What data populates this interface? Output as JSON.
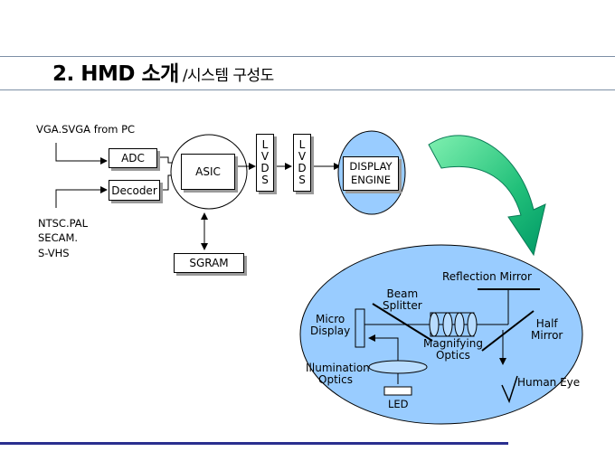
{
  "slide": {
    "title_main": "2. HMD 소개",
    "title_sub": "/시스템 구성도"
  },
  "system_diagram": {
    "input_vga": "VGA.SVGA from PC",
    "input_video_1": "NTSC.PAL",
    "input_video_2": "SECAM.",
    "input_video_3": "S-VHS",
    "adc": "ADC",
    "decoder": "Decoder",
    "asic": "ASIC",
    "sgram": "SGRAM",
    "lvds_letters": [
      "L",
      "V",
      "D",
      "S"
    ],
    "display_engine_1": "DISPLAY",
    "display_engine_2": "ENGINE"
  },
  "optics_diagram": {
    "reflection_mirror": "Reflection Mirror",
    "beam_splitter_1": "Beam",
    "beam_splitter_2": "Splitter",
    "micro_display_1": "Micro",
    "micro_display_2": "Display",
    "half_mirror_1": "Half",
    "half_mirror_2": "Mirror",
    "magnifying_optics_1": "Magnifying",
    "magnifying_optics_2": "Optics",
    "illumination_optics_1": "Illumination",
    "illumination_optics_2": "Optics",
    "human_eye": "Human Eye",
    "led": "LED"
  },
  "colors": {
    "ellipse_fill": "#99ccff",
    "arrow_green_light": "#66e6a0",
    "arrow_green_dark": "#009966",
    "title_rule": "#7d8fa6",
    "bottom_rule": "#2a2f8f"
  }
}
